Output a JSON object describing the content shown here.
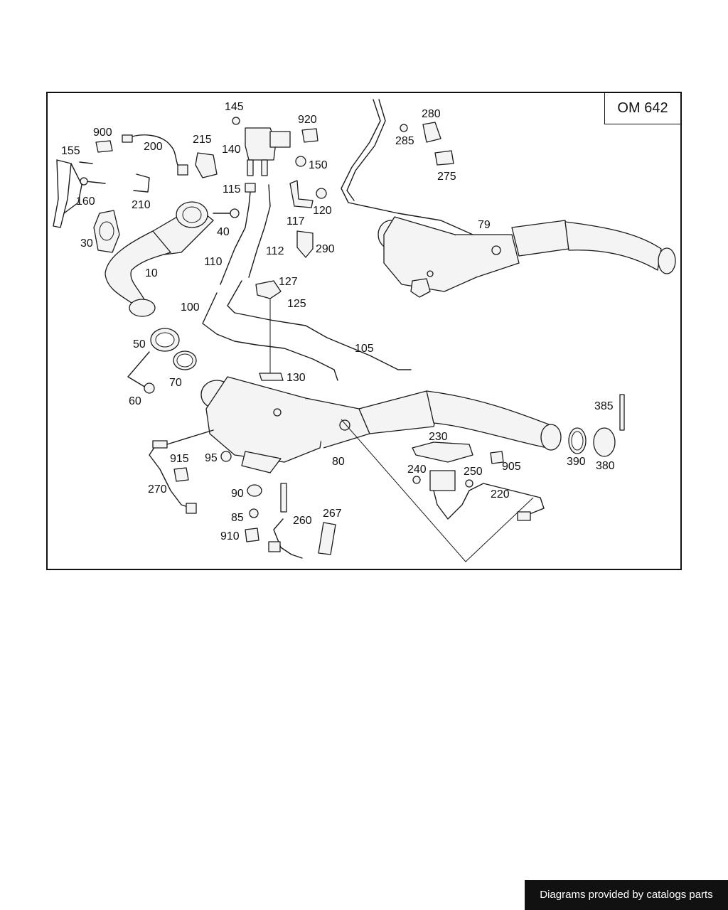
{
  "engine_code": "OM 642",
  "credit": "Diagrams provided by catalogs parts",
  "callouts": [
    "145",
    "920",
    "900",
    "200",
    "215",
    "140",
    "150",
    "155",
    "115",
    "160",
    "210",
    "117",
    "120",
    "40",
    "30",
    "112",
    "290",
    "110",
    "127",
    "10",
    "125",
    "100",
    "50",
    "70",
    "60",
    "130",
    "105",
    "79",
    "280",
    "285",
    "275",
    "385",
    "230",
    "905",
    "250",
    "220",
    "240",
    "390",
    "380",
    "915",
    "95",
    "80",
    "270",
    "90",
    "85",
    "260",
    "267",
    "910"
  ]
}
